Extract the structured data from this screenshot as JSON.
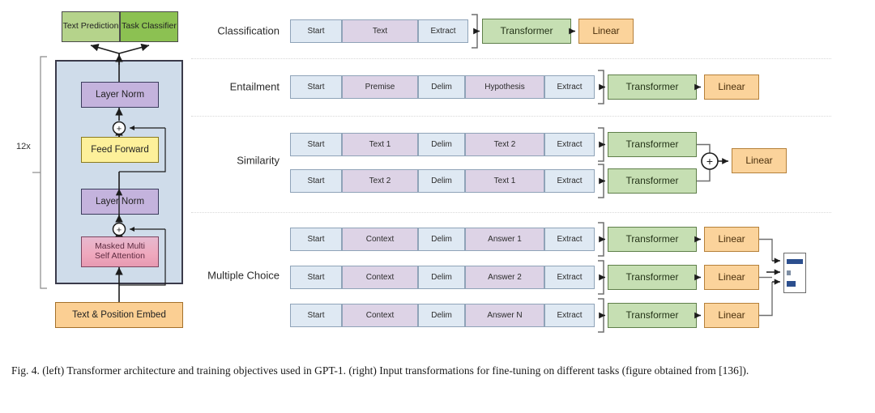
{
  "figure": {
    "caption": "Fig. 4.  (left) Transformer architecture and training objectives used in GPT-1. (right) Input transformations for fine-tuning on different tasks (figure obtained from [136])."
  },
  "architecture": {
    "repeat_label": "12x",
    "heads": [
      {
        "label": "Text Prediction",
        "color": "#b5d38b"
      },
      {
        "label": "Task Classifier",
        "color": "#8cc152"
      }
    ],
    "blocks": [
      {
        "label": "Layer Norm",
        "color": "#c4b3dd"
      },
      {
        "label": "Feed Forward",
        "color": "#fdf09a"
      },
      {
        "label": "Layer Norm",
        "color": "#c4b3dd"
      },
      {
        "label": "Masked Multi Self Attention",
        "line1": "Masked Multi",
        "line2": "Self Attention",
        "color": "#e79ab2"
      }
    ],
    "embedding": {
      "label": "Text & Position Embed",
      "color": "#fbcf93"
    },
    "residual_symbol": "+"
  },
  "tasks": [
    {
      "name": "Classification",
      "sequences": [
        {
          "tokens": [
            "Start",
            "Text",
            "Extract"
          ]
        }
      ],
      "transformer_label": "Transformer",
      "linear_label": "Linear"
    },
    {
      "name": "Entailment",
      "sequences": [
        {
          "tokens": [
            "Start",
            "Premise",
            "Delim",
            "Hypothesis",
            "Extract"
          ]
        }
      ],
      "transformer_label": "Transformer",
      "linear_label": "Linear"
    },
    {
      "name": "Similarity",
      "sequences": [
        {
          "tokens": [
            "Start",
            "Text 1",
            "Delim",
            "Text 2",
            "Extract"
          ]
        },
        {
          "tokens": [
            "Start",
            "Text 2",
            "Delim",
            "Text 1",
            "Extract"
          ]
        }
      ],
      "transformer_label": "Transformer",
      "linear_label": "Linear",
      "merge_symbol": "+"
    },
    {
      "name": "Multiple Choice",
      "sequences": [
        {
          "tokens": [
            "Start",
            "Context",
            "Delim",
            "Answer 1",
            "Extract"
          ]
        },
        {
          "tokens": [
            "Start",
            "Context",
            "Delim",
            "Answer 2",
            "Extract"
          ]
        },
        {
          "tokens": [
            "Start",
            "Context",
            "Delim",
            "Answer N",
            "Extract"
          ]
        }
      ],
      "transformer_label": "Transformer",
      "linear_label": "Linear",
      "output": {
        "name": "score-bars",
        "bars": [
          0.86,
          0.18,
          0.45
        ]
      }
    }
  ],
  "colors": {
    "token_special": "#dfe9f3",
    "token_text": "#ddd3e6",
    "transformer": "#c6dfb3",
    "linear": "#fbd39b",
    "block_bg": "#cfdcea"
  }
}
